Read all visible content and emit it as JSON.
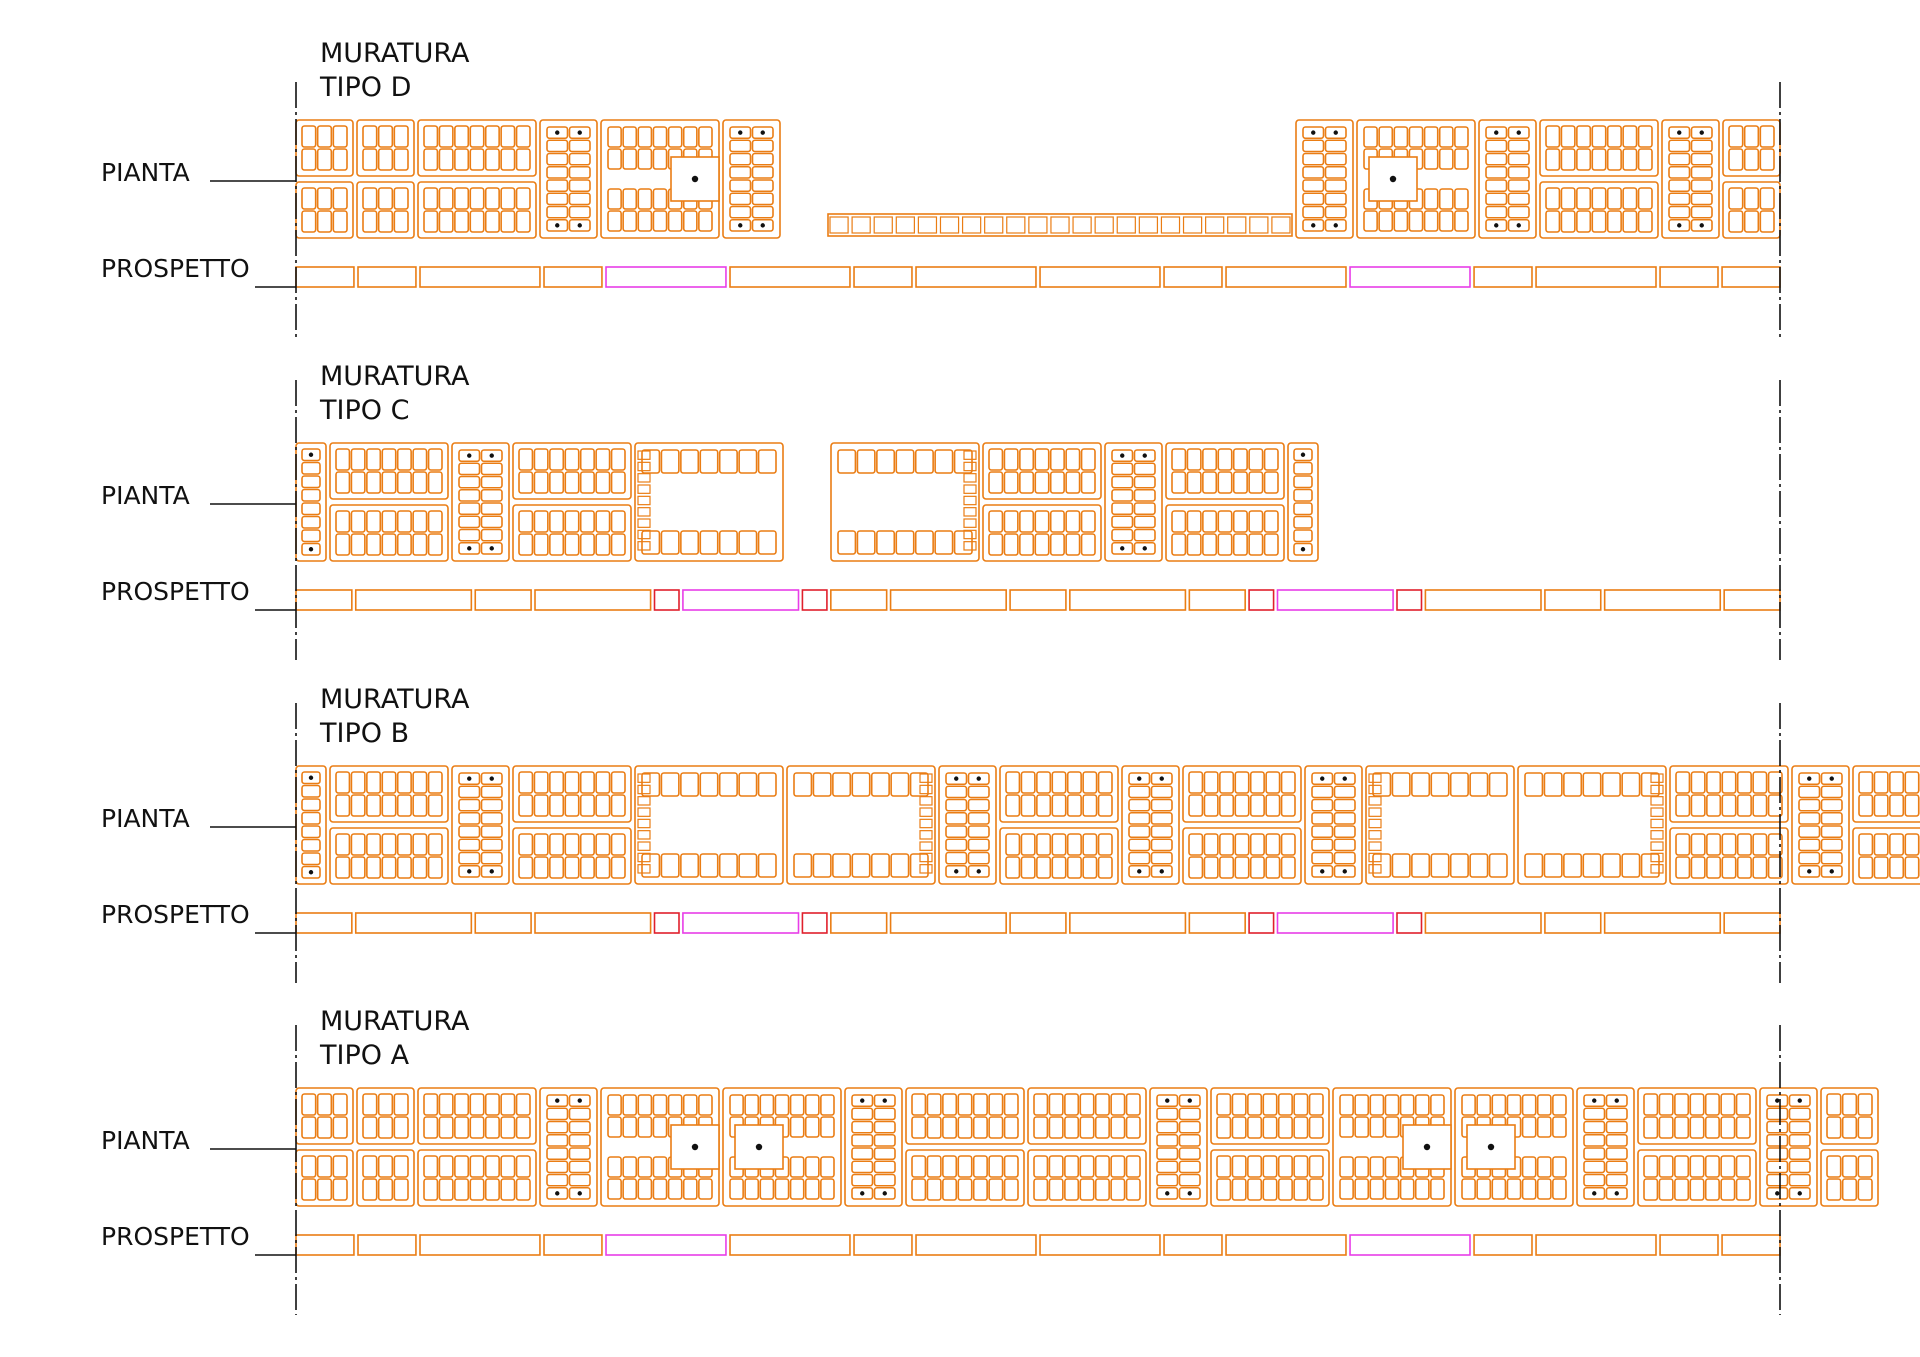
{
  "labels": {
    "plan": "PIANTA",
    "elevation": "PROSPETTO"
  },
  "colors": {
    "block": "#ea7d14",
    "special": "#e83ee8",
    "corner": "#e0202c",
    "line": "#111111",
    "background": "#ffffff"
  },
  "types": [
    {
      "key": "D",
      "title_line1": "MURATURA",
      "title_line2": "TIPO  D",
      "plan": [
        "E",
        "L",
        "H",
        "N",
        "HL",
        "N",
        "G",
        "TROUGH",
        "N",
        "HR",
        "N",
        "H",
        "N",
        "E"
      ],
      "elevation": [
        "s",
        "s",
        "l",
        "s",
        "p",
        "l",
        "s",
        "l",
        "l",
        "s",
        "l",
        "p",
        "s",
        "l",
        "s",
        "s"
      ]
    },
    {
      "key": "C",
      "title_line1": "MURATURA",
      "title_line2": "TIPO  C",
      "plan": [
        "T",
        "H",
        "N",
        "H",
        "PL",
        "G",
        "PR",
        "H",
        "N",
        "H",
        "T"
      ],
      "elevation": [
        "s",
        "l",
        "s",
        "l",
        "r",
        "p",
        "r",
        "s",
        "l",
        "s",
        "l",
        "s",
        "r",
        "p",
        "r",
        "l",
        "s",
        "l",
        "s"
      ]
    },
    {
      "key": "B",
      "title_line1": "MURATURA",
      "title_line2": "TIPO  B",
      "plan": [
        "T",
        "H",
        "N",
        "H",
        "PL",
        "PR",
        "N",
        "H",
        "N",
        "H",
        "N",
        "PL",
        "PR",
        "H",
        "N",
        "H",
        "T"
      ],
      "elevation": [
        "s",
        "l",
        "s",
        "l",
        "r",
        "p",
        "r",
        "s",
        "l",
        "s",
        "l",
        "s",
        "r",
        "p",
        "r",
        "l",
        "s",
        "l",
        "s"
      ]
    },
    {
      "key": "A",
      "title_line1": "MURATURA",
      "title_line2": "TIPO  A",
      "plan": [
        "E",
        "L",
        "H",
        "N",
        "HL",
        "HR",
        "N",
        "H",
        "H",
        "N",
        "H",
        "HL",
        "HR",
        "N",
        "H",
        "N",
        "E"
      ],
      "elevation": [
        "s",
        "s",
        "l",
        "s",
        "p",
        "l",
        "s",
        "l",
        "l",
        "s",
        "l",
        "p",
        "s",
        "l",
        "s",
        "s"
      ]
    }
  ]
}
